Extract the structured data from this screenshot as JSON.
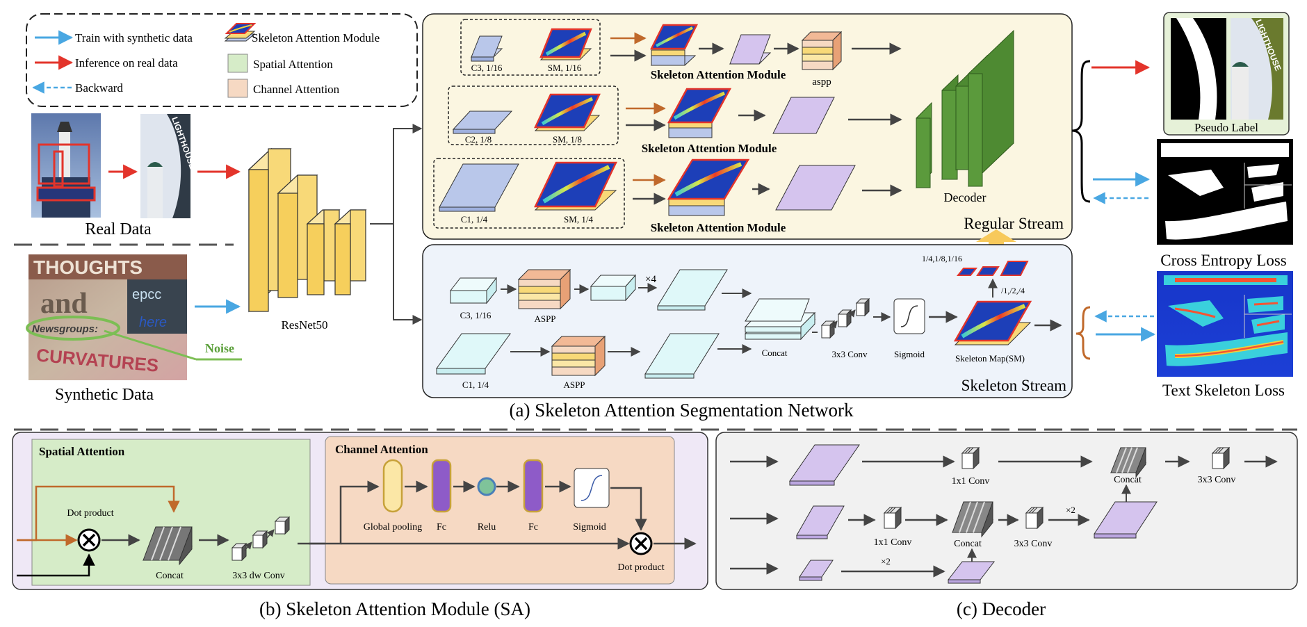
{
  "legend": {
    "train": "Train with synthetic data",
    "inference": "Inference on real data",
    "backward": "Backward",
    "sam": "Skeleton Attention Module",
    "spatial": "Spatial Attention",
    "channel": "Channel Attention"
  },
  "left": {
    "real_data": "Real Data",
    "synthetic_data": "Synthetic Data",
    "noise": "Noise",
    "resnet": "ResNet50",
    "sign_word": "LIGHTHOUSE",
    "synthetic_words": [
      "THOUGHTS",
      "and",
      "Newsgroups:",
      "CURVATURES",
      "epcc",
      "here"
    ]
  },
  "regular": {
    "title": "Regular Stream",
    "c3": "C3, 1/16",
    "sm1": "SM, 1/16",
    "c2": "C2, 1/8",
    "sm2": "SM, 1/8",
    "c1": "C1, 1/4",
    "sm3": "SM, 1/4",
    "sam": "Skeleton Attention Module",
    "aspp": "aspp",
    "decoder": "Decoder"
  },
  "skeleton": {
    "title": "Skeleton Stream",
    "c3": "C3, 1/16",
    "c1": "C1, 1/4",
    "aspp_top": "ASPP",
    "aspp_bottom": "ASPP",
    "x4": "×4",
    "concat": "Concat",
    "conv": "3x3  Conv",
    "sigmoid": "Sigmoid",
    "sm": "Skeleton Map(SM)",
    "scales": "1/4,1/8,1/16",
    "down": "/1,/2,/4"
  },
  "right": {
    "pseudo": "Pseudo Label",
    "ce": "Cross Entropy Loss",
    "tsl": "Text Skeleton Loss"
  },
  "caption_a": "(a) Skeleton Attention Segmentation Network",
  "sa": {
    "spatial_title": "Spatial Attention",
    "dot_product": "Dot product",
    "concat": "Concat",
    "dwconv": "3x3 dw Conv",
    "channel_title": "Channel Attention",
    "gpool": "Global pooling",
    "fc1": "Fc",
    "relu": "Relu",
    "fc2": "Fc",
    "sigmoid": "Sigmoid",
    "dot_product2": "Dot product"
  },
  "decoder": {
    "conv1x1_a": "1x1 Conv",
    "concat_a": "Concat",
    "conv3x3_a": "3x3 Conv",
    "conv1x1_b": "1x1 Conv",
    "concat_b": "Concat",
    "conv3x3_b": "3x3 Conv",
    "x2_a": "×2",
    "x2_b": "×2"
  },
  "caption_b": "(b) Skeleton Attention Module (SA)",
  "caption_c": "(c) Decoder",
  "colors": {
    "train": "#49a7e2",
    "inference": "#e3342b",
    "orange": "#c0692b",
    "resnet": "#f8d978",
    "green": "#5b9a3c",
    "lavender": "#d5c4ee",
    "cyan": "#dff8f9",
    "blueblock": "#b9c7ea",
    "regular_bg": "#fbf6e1",
    "skeleton_bg": "#eef3fa"
  }
}
